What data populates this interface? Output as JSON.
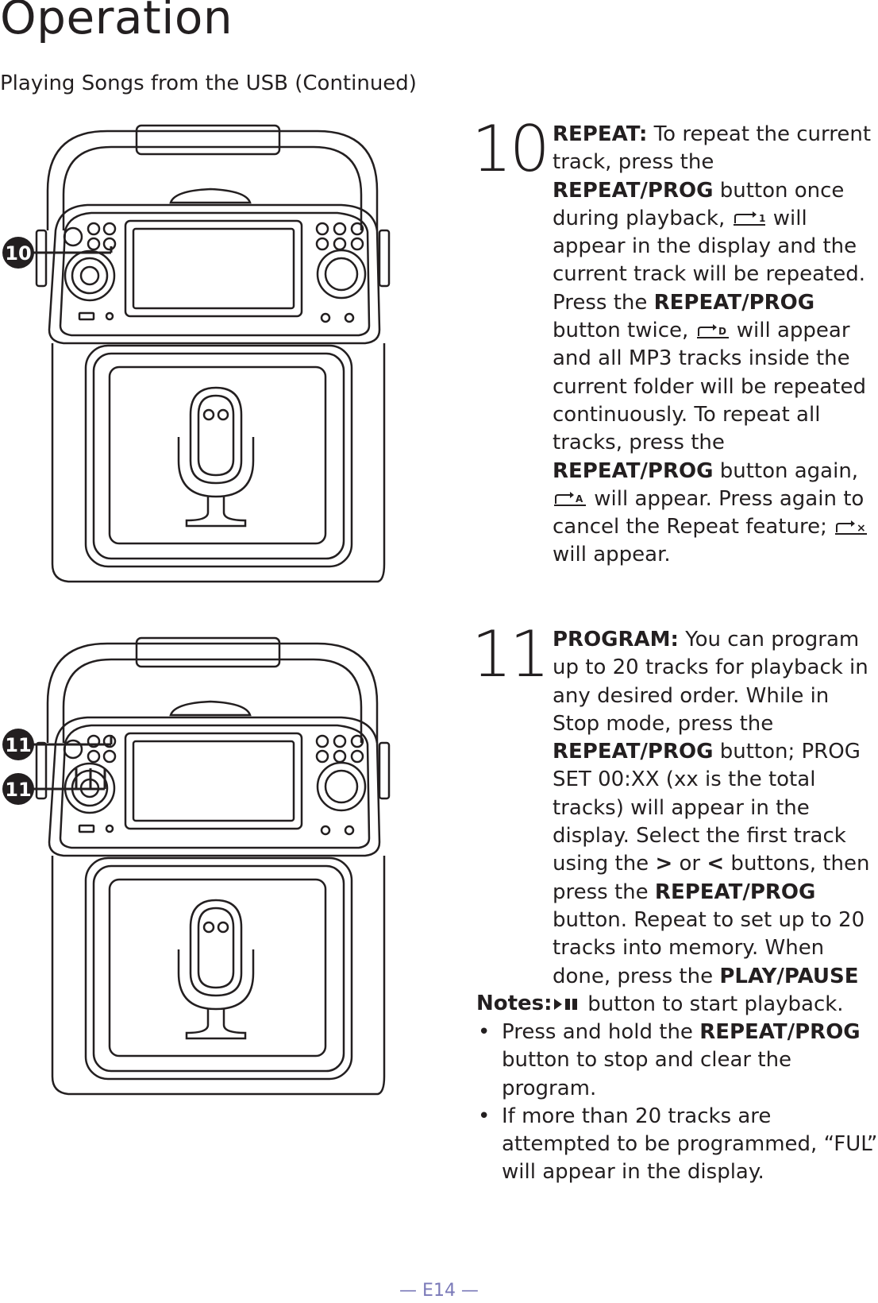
{
  "header": {
    "title": "Operation",
    "subtitle": "Playing Songs from the USB (Continued)"
  },
  "step10": {
    "number": "10",
    "callouts": [
      "10"
    ],
    "keyword": "REPEAT:",
    "t1": " To repeat the current track, press the ",
    "b1": "REPEAT/PROG",
    "t2": " button once during playback, ",
    "icon1": "repeat-one-icon",
    "t3": " will appear in the display and the current track will be repeated. Press the ",
    "b2": "REPEAT/PROG",
    "t4": " button twice, ",
    "icon2": "repeat-folder-icon",
    "t5": "   will appear and all MP3 tracks inside the current folder will be repeated continuously. To repeat all tracks, press the ",
    "b3": "REPEAT/PROG",
    "t6": " button again, ",
    "icon3": "repeat-all-icon",
    "t7": " will appear. Press again to cancel the Repeat feature; ",
    "icon4": "repeat-off-icon",
    "t8": " will appear."
  },
  "step11": {
    "number": "11",
    "callouts": [
      "11",
      "11"
    ],
    "keyword": "PROGRAM:",
    "t1": " You can program up to 20 tracks for playback in any desired order. While in Stop mode, press the ",
    "b1": "REPEAT/PROG",
    "t2": " button; PROG SET 00:XX (xx is the total tracks) will appear in the display. Select the first track using the ",
    "next_symbol": ">",
    "t3": " or ",
    "prev_symbol": "<",
    "t4": " buttons, then press the ",
    "b2": "REPEAT/PROG",
    "t5": " button. Repeat to set up to 20 tracks into memory. When done, press the ",
    "b3": "PLAY/PAUSE",
    "icon": "play-pause-icon",
    "t6": " button to start playback."
  },
  "notes": {
    "heading": "Notes:",
    "bullet": "•",
    "item1_pre": "Press and hold the ",
    "item1_bold": "REPEAT/PROG",
    "item1_post": " button to stop and clear the program.",
    "item2": "If more than 20 tracks are attempted to be programmed, “FUL” will appear in the display."
  },
  "footer": {
    "page": "— E14 —"
  }
}
